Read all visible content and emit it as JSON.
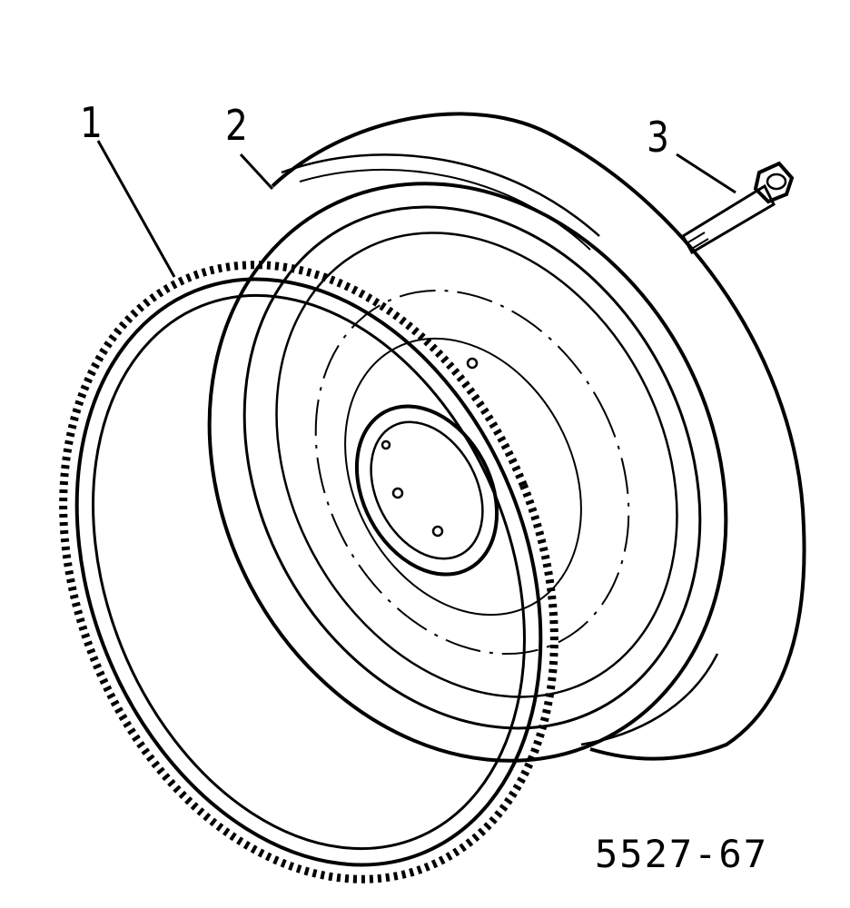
{
  "callouts": {
    "ring_gear": "1",
    "flywheel": "2",
    "bolt": "3"
  },
  "figure_ref": "5527-67",
  "icons": {
    "ring_gear": "ring-gear-icon",
    "flywheel": "flywheel-icon",
    "bolt": "bolt-icon"
  },
  "colors": {
    "ink": "#000000",
    "paper": "#ffffff"
  }
}
